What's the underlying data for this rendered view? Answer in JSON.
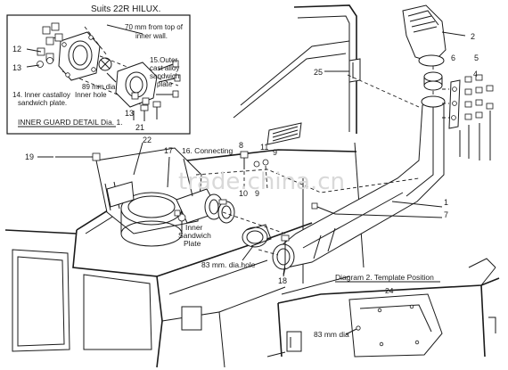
{
  "header": {
    "title": "Suits  22R HILUX."
  },
  "inset": {
    "caption": "INNER GUARD DETAIL  Dia. 1.",
    "notes": {
      "wall": [
        "70 mm  from top of",
        "inner wall."
      ],
      "outer_plate": [
        "15.Outer",
        "cast alloy",
        "sandwich",
        "plate"
      ],
      "hole": [
        "89 mm dia"
      ],
      "inner_plate": [
        "14. Inner castalloy",
        "Inner hole",
        "sandwich plate."
      ]
    },
    "numbers": {
      "n12": "12",
      "n13a": "13",
      "n13b": "13",
      "n21": "21"
    }
  },
  "callouts": {
    "n1": "1",
    "n2": "2",
    "n4": "4",
    "n5": "5",
    "n6": "6",
    "n7": "7",
    "n8": "8",
    "n9": "9",
    "n10": "10",
    "n11": "11",
    "n16": "16. Connecting",
    "n17": "17",
    "n18": "18",
    "n19": "19",
    "n22": "22",
    "n25": "25"
  },
  "notes": {
    "inner_plate": [
      "Inner",
      "Sandwich",
      "Plate"
    ],
    "hole": "83 mm. dia.hole"
  },
  "diagram2": {
    "title": "Diagram 2.  Template Position",
    "number": "24",
    "hole": "83 mm dia"
  },
  "watermark": "trade.china.cn"
}
